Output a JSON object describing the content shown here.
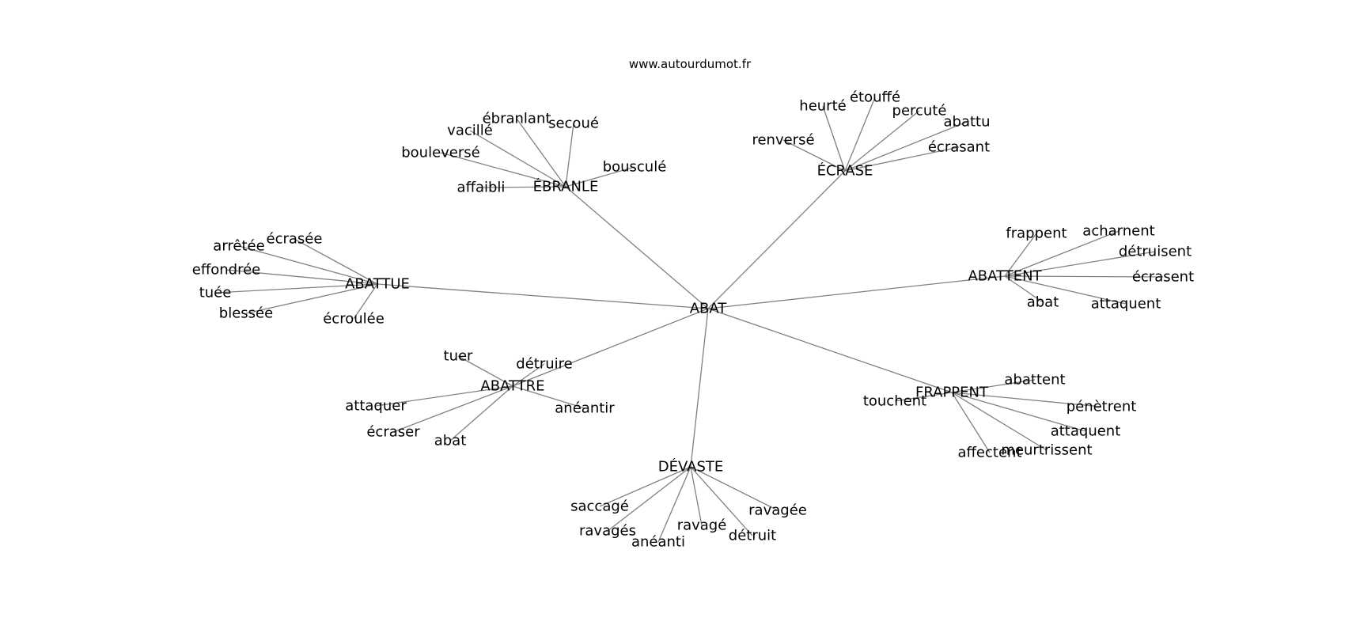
{
  "site": "www.autourdumot.fr",
  "graph": {
    "edge_color": "#808080",
    "text_color": "#000000",
    "root": {
      "label": "ABAT",
      "groups": [
        {
          "label": "ÉBRANLE",
          "children": [
            "affaibli",
            "bouleversé",
            "vacillé",
            "ébranlant",
            "secoué",
            "bousculé"
          ]
        },
        {
          "label": "ÉCRASE",
          "children": [
            "renversé",
            "heurté",
            "étouffé",
            "percuté",
            "abattu",
            "écrasant"
          ]
        },
        {
          "label": "ABATTUE",
          "children": [
            "arrêtée",
            "écrasée",
            "effondrée",
            "tuée",
            "blessée",
            "écroulée"
          ]
        },
        {
          "label": "ABATTENT",
          "children": [
            "frappent",
            "acharnent",
            "détruisent",
            "écrasent",
            "attaquent",
            "abat"
          ]
        },
        {
          "label": "ABATTRE",
          "children": [
            "tuer",
            "détruire",
            "attaquer",
            "écraser",
            "abat",
            "anéantir"
          ]
        },
        {
          "label": "FRAPPENT",
          "children": [
            "touchent",
            "abattent",
            "pénètrent",
            "attaquent",
            "meurtrissent",
            "affectent"
          ]
        },
        {
          "label": "DÉVASTE",
          "children": [
            "saccagé",
            "ravagés",
            "anéanti",
            "ravagé",
            "détruit",
            "ravagée"
          ]
        }
      ]
    }
  }
}
